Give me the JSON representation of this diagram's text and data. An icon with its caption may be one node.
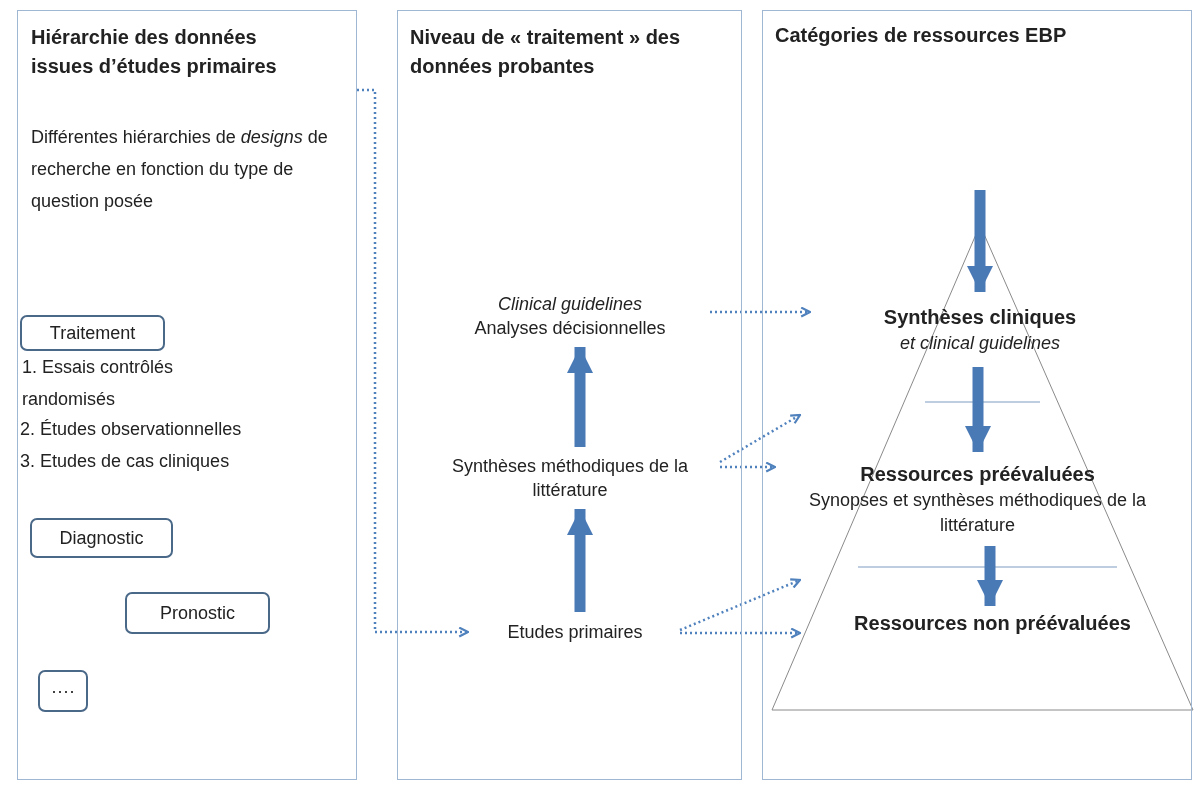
{
  "diagram": {
    "nodes": [
      {
        "text": [
          "Hiérarchie des données issues d’études primaires",
          "Différentes hiérarchies de *designs* de recherche en fonction du type de question posée"
        ]
      },
      {
        "text": [
          "Traitement"
        ],
        "in": 0,
        "beside": [
          "1. Essais contrôlés randomisés",
          "2. Études observationnelles",
          "3. Etudes de cas cliniques"
        ]
      },
      {
        "text": [
          "Diagnostic"
        ],
        "in": 0
      },
      {
        "text": [
          "Pronostic"
        ],
        "in": 0
      },
      {
        "text": [
          "····"
        ],
        "in": 0
      },
      {
        "text": [
          "Niveau de « traitement » des données probantes"
        ]
      },
      {
        "text": [
          "Clinical guidelines",
          "Analyses décisionnelles"
        ],
        "in": 5
      },
      {
        "text": [
          "Synthèses méthodiques de la littérature"
        ],
        "in": 5
      },
      {
        "text": [
          "Etudes primaires"
        ],
        "in": 5
      },
      {
        "text": [
          "Catégories de ressources EBP"
        ]
      },
      {
        "text": [
          "Synthèses cliniques",
          "et *clinical* guidelines"
        ],
        "in": 9
      },
      {
        "text": [
          "Ressources préévaluées",
          "Synopses et synthèses méthodiques de la littérature"
        ],
        "in": 9
      },
      {
        "text": [
          "Ressources non préévaluées"
        ],
        "in": 9
      }
    ],
    "edges": [
      {
        "from": 0,
        "to": 8,
        "arrow": "to",
        "style": "dashed"
      },
      {
        "from": 6,
        "to": 10,
        "arrow": "to",
        "style": "dashed"
      },
      {
        "from": 7,
        "to": null,
        "arrow": "to",
        "style": "dashed"
      },
      {
        "from": 7,
        "to": 11,
        "arrow": "to",
        "style": "dashed"
      },
      {
        "from": 8,
        "to": null,
        "arrow": "to",
        "style": "dashed"
      },
      {
        "from": 8,
        "to": 12,
        "arrow": "to",
        "style": "dashed"
      },
      {
        "from": 8,
        "to": 7,
        "arrow": "to",
        "style": "thick"
      },
      {
        "from": 7,
        "to": 6,
        "arrow": "to",
        "style": "thick"
      },
      {
        "from": null,
        "to": 10,
        "arrow": "to",
        "style": "thick"
      },
      {
        "from": 10,
        "to": 11,
        "arrow": "to",
        "style": "thick"
      },
      {
        "from": 11,
        "to": 12,
        "arrow": "to",
        "style": "thick"
      }
    ]
  }
}
